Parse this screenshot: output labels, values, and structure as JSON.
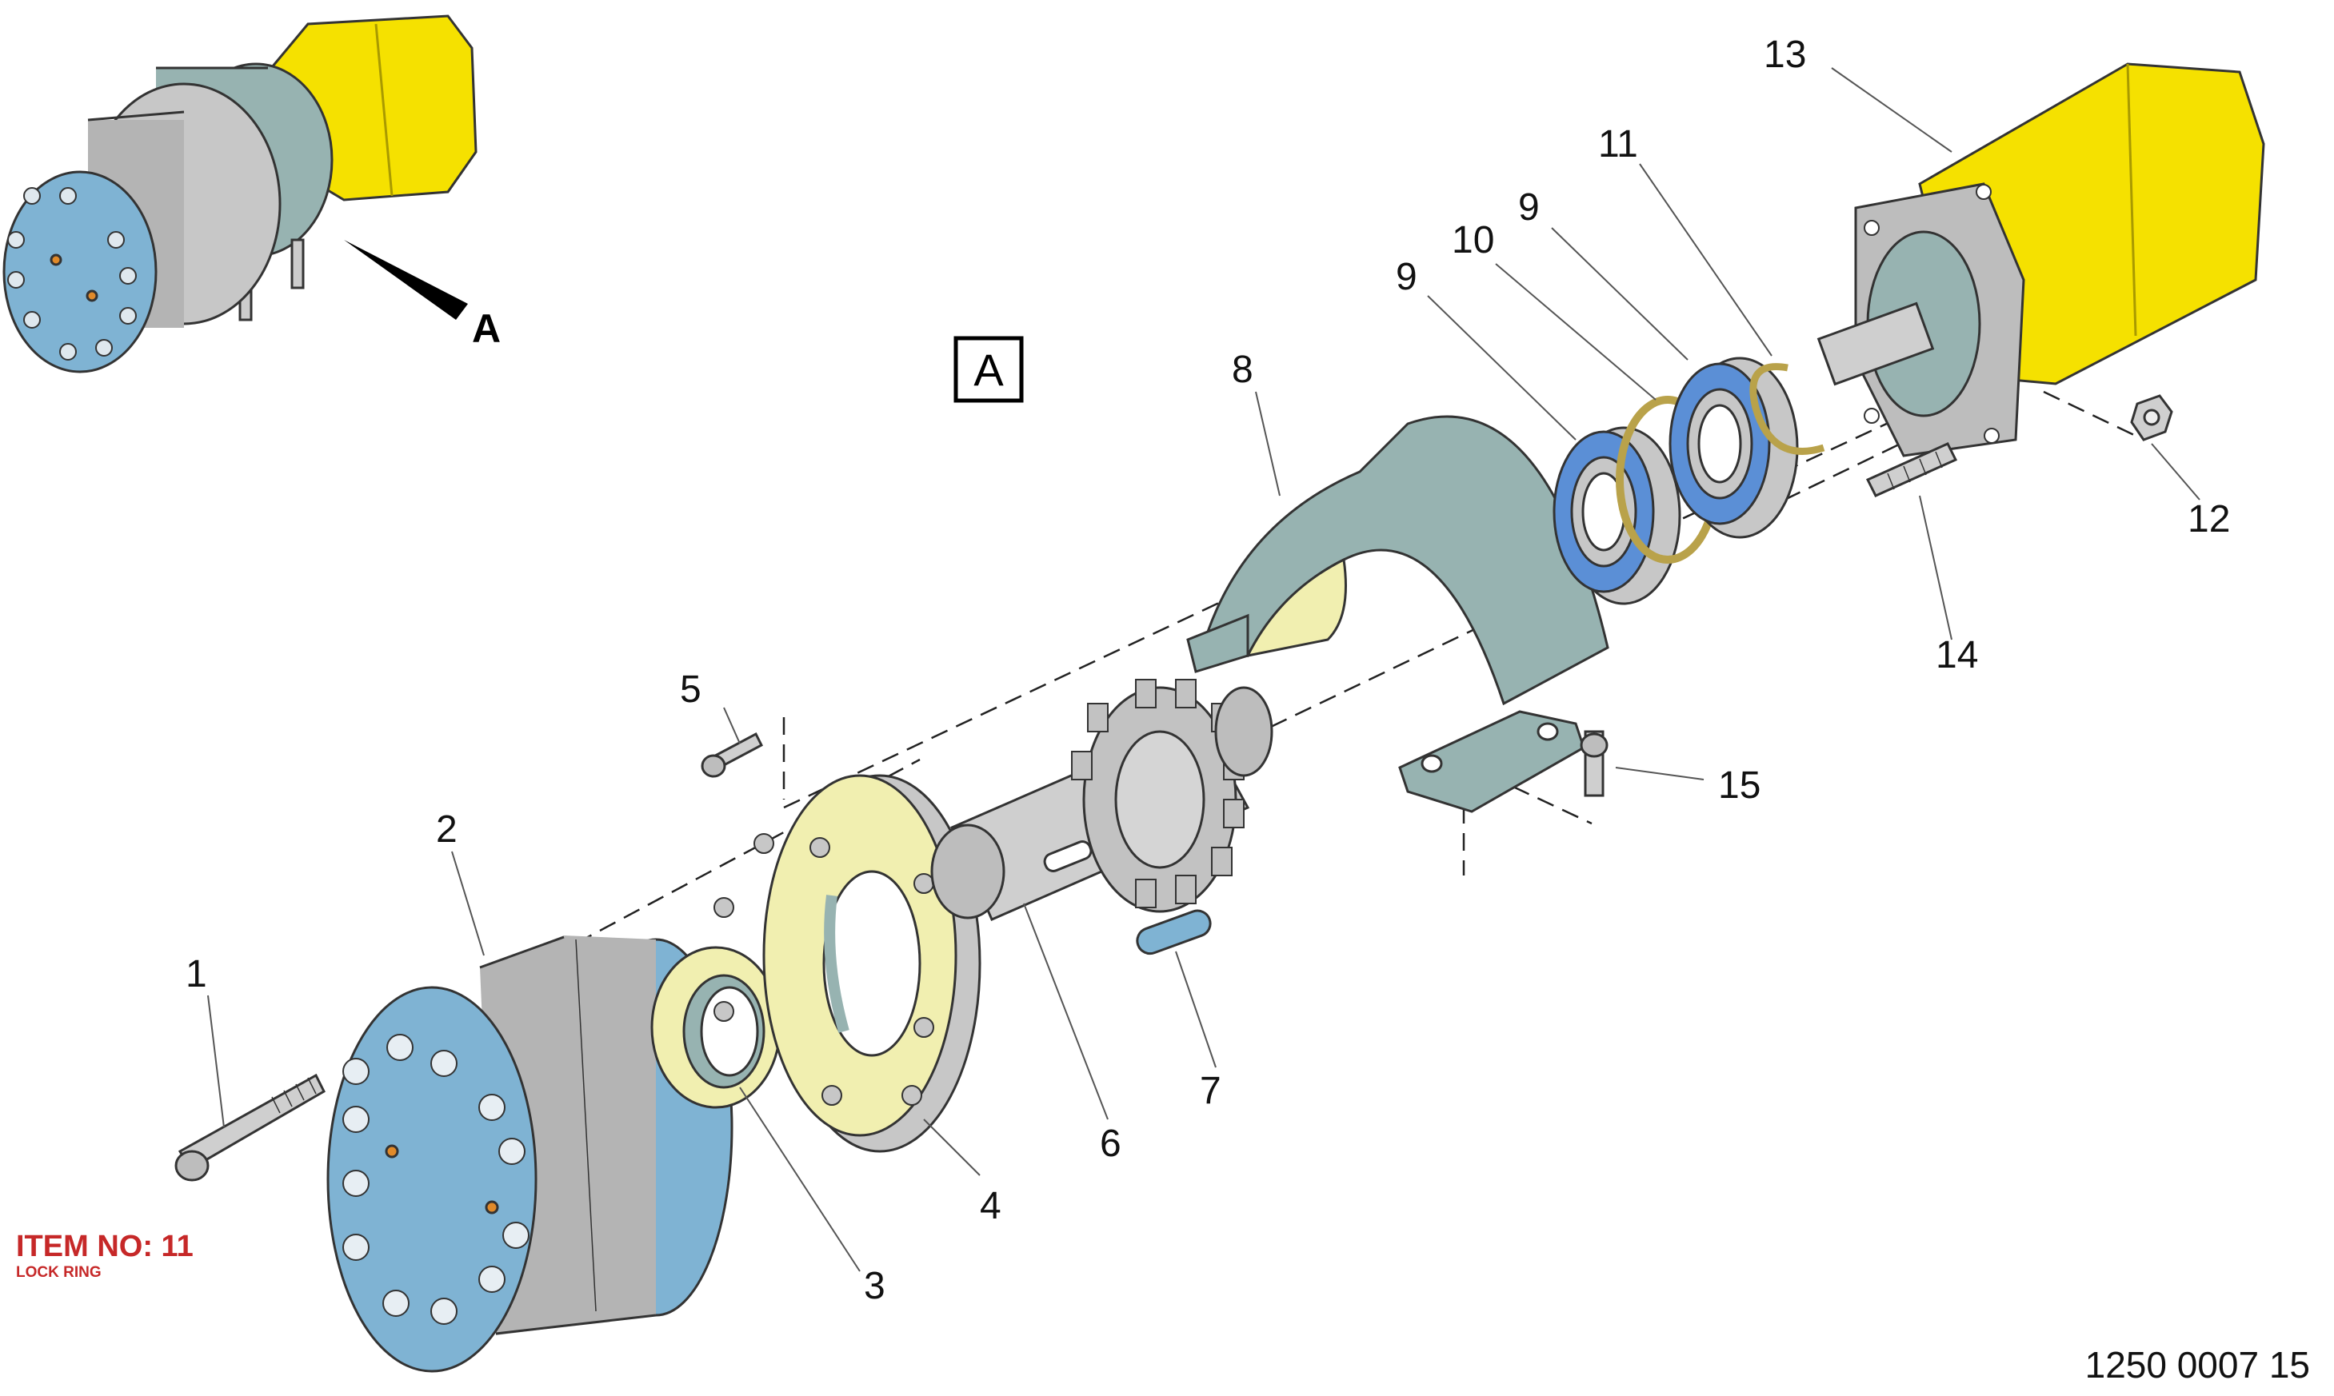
{
  "view_label": "A",
  "view_pointer_label": "A",
  "callouts": {
    "c1": "1",
    "c2": "2",
    "c3": "3",
    "c4": "4",
    "c5": "5",
    "c6": "6",
    "c7": "7",
    "c8": "8",
    "c9a": "9",
    "c9b": "9",
    "c10": "10",
    "c11": "11",
    "c12": "12",
    "c13": "13",
    "c14": "14",
    "c15": "15"
  },
  "item_note": {
    "title": "ITEM NO: 11",
    "subtitle": "LOCK RING"
  },
  "drawing_number": "1250 0007 15",
  "colors": {
    "hub_blue": "#7fb3d3",
    "housing_gray": "#b4b4b4",
    "bracket_teal": "#97b3b1",
    "flange_cream": "#f1efb0",
    "motor_yellow": "#f5e100",
    "bearing_blue": "#5b8fd6",
    "note_red": "#c62828"
  },
  "icons": [
    "arrow-pointer-icon"
  ]
}
